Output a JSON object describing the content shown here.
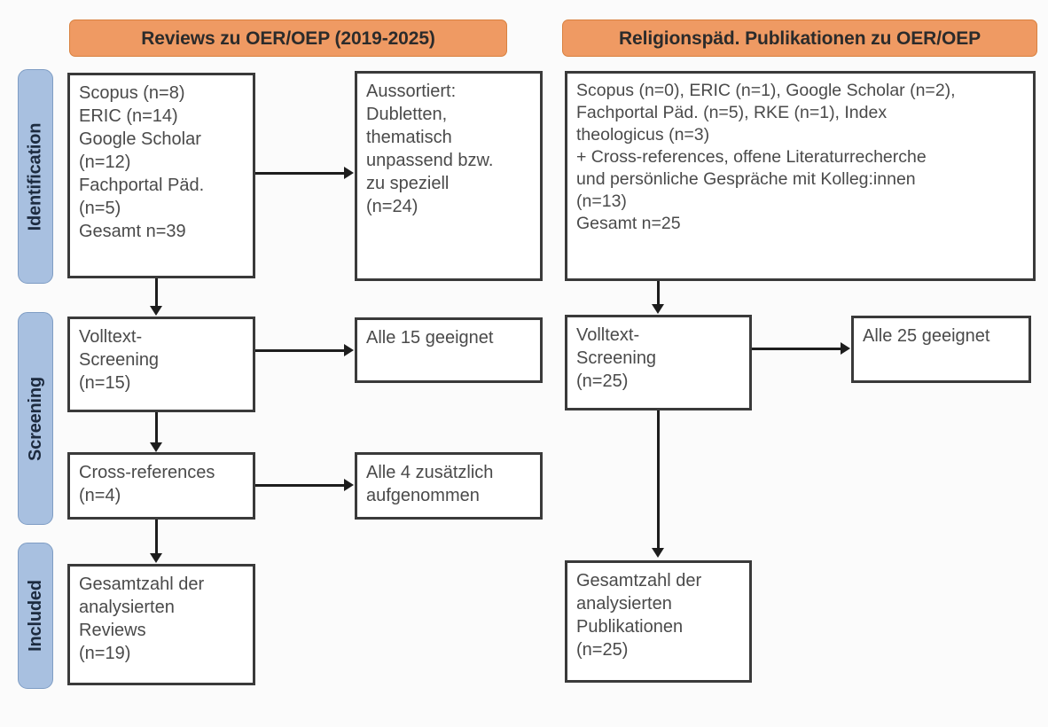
{
  "columns": {
    "left": {
      "header": "Reviews zu OER/OEP (2019-2025)"
    },
    "right": {
      "header": "Religionspäd. Publikationen zu OER/OEP"
    }
  },
  "stages": [
    {
      "label": "Identification"
    },
    {
      "label": "Screening"
    },
    {
      "label": "Included"
    }
  ],
  "boxes": {
    "left_identification": {
      "lines": [
        "Scopus (n=8)",
        "ERIC (n=14)",
        "Google Scholar",
        "(n=12)",
        "Fachportal Päd.",
        "(n=5)",
        "Gesamt n=39"
      ]
    },
    "left_excluded": {
      "lines": [
        "Aussortiert:",
        "Dubletten,",
        "thematisch",
        "unpassend bzw.",
        "zu speziell",
        "(n=24)"
      ]
    },
    "left_screening": {
      "lines": [
        "Volltext-",
        "Screening",
        "(n=15)"
      ]
    },
    "left_screening_result": {
      "lines": [
        "Alle 15 geeignet"
      ]
    },
    "left_crossref": {
      "lines": [
        "Cross-references",
        "(n=4)"
      ]
    },
    "left_crossref_result": {
      "lines": [
        "Alle 4 zusätzlich",
        "aufgenommen"
      ]
    },
    "left_included": {
      "lines": [
        "Gesamtzahl der",
        "analysierten",
        "Reviews",
        "(n=19)"
      ]
    },
    "right_identification": {
      "lines": [
        "Scopus (n=0), ERIC (n=1), Google Scholar (n=2),",
        "Fachportal Päd. (n=5), RKE (n=1), Index",
        "theologicus (n=3)",
        "+ Cross-references, offene Literaturrecherche",
        "und persönliche Gespräche mit Kolleg:innen",
        "(n=13)",
        "Gesamt n=25"
      ]
    },
    "right_screening": {
      "lines": [
        "Volltext-",
        "Screening",
        "(n=25)"
      ]
    },
    "right_screening_result": {
      "lines": [
        "Alle 25 geeignet"
      ]
    },
    "right_included": {
      "lines": [
        "Gesamtzahl der",
        "analysierten",
        "Publikationen",
        "(n=25)"
      ]
    }
  },
  "colors": {
    "header_orange": "#ef9a63",
    "stage_blue": "#a8c0e0",
    "box_border": "#3a3a3a",
    "connector": "#1d1d1d",
    "text": "#4a4a4a"
  }
}
